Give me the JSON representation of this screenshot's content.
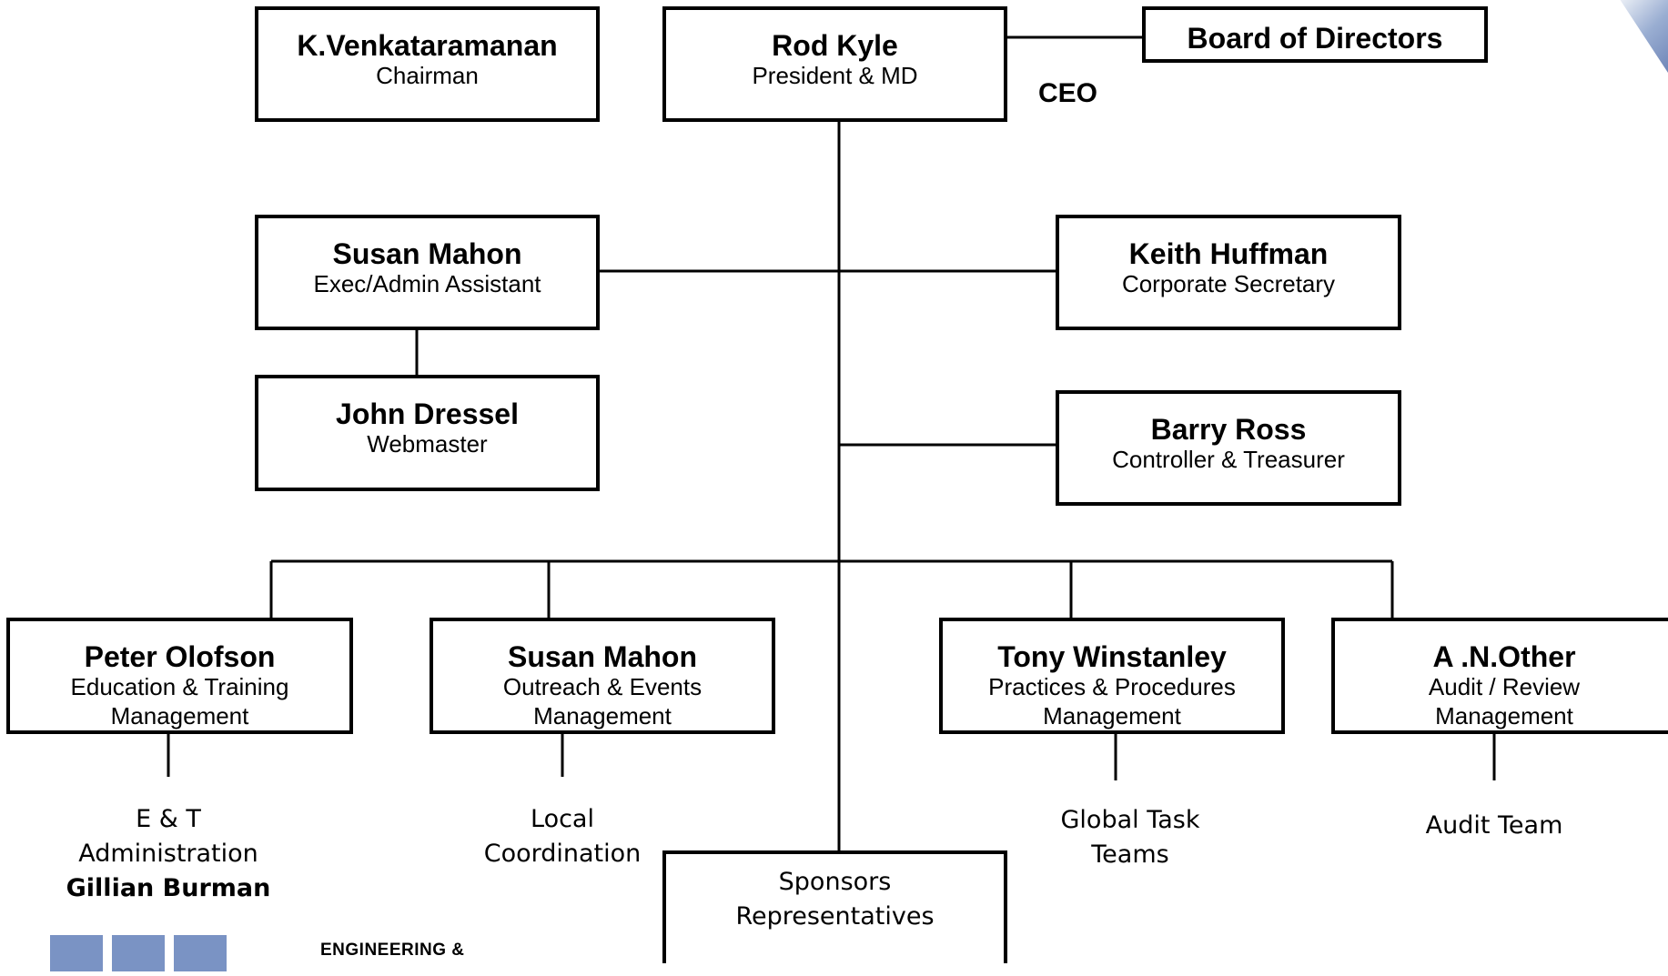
{
  "nodes": {
    "chairman": {
      "name": "K.Venkataramanan",
      "role": "Chairman"
    },
    "president": {
      "name": "Rod Kyle",
      "role": "President & MD"
    },
    "board": {
      "name": "Board of Directors"
    },
    "ceo_label": "CEO",
    "exec_admin": {
      "name": "Susan Mahon",
      "role": "Exec/Admin Assistant"
    },
    "secretary": {
      "name": "Keith Huffman",
      "role": "Corporate Secretary"
    },
    "webmaster": {
      "name": "John Dressel",
      "role": "Webmaster"
    },
    "controller": {
      "name": "Barry Ross",
      "role": "Controller & Treasurer"
    },
    "education": {
      "name": "Peter Olofson",
      "role_line1": "Education & Training",
      "role_line2": "Management"
    },
    "outreach": {
      "name": "Susan Mahon",
      "role_line1": "Outreach & Events",
      "role_line2": "Management"
    },
    "practices": {
      "name": "Tony Winstanley",
      "role_line1": "Practices & Procedures",
      "role_line2": "Management"
    },
    "audit": {
      "name": "A .N.Other",
      "role_line1": "Audit / Review",
      "role_line2": "Management"
    }
  },
  "sub_units": {
    "et_admin": {
      "line1": "E & T",
      "line2": "Administration",
      "person": "Gillian Burman"
    },
    "local": {
      "line1": "Local",
      "line2": "Coordination"
    },
    "global_task": {
      "line1": "Global Task",
      "line2": "Teams"
    },
    "audit_team": {
      "line1": "Audit Team"
    },
    "sponsors": {
      "line1": "Sponsors",
      "line2": "Representatives"
    }
  },
  "logo": {
    "text": "ENGINEERING &",
    "color": "#7a93c4"
  }
}
